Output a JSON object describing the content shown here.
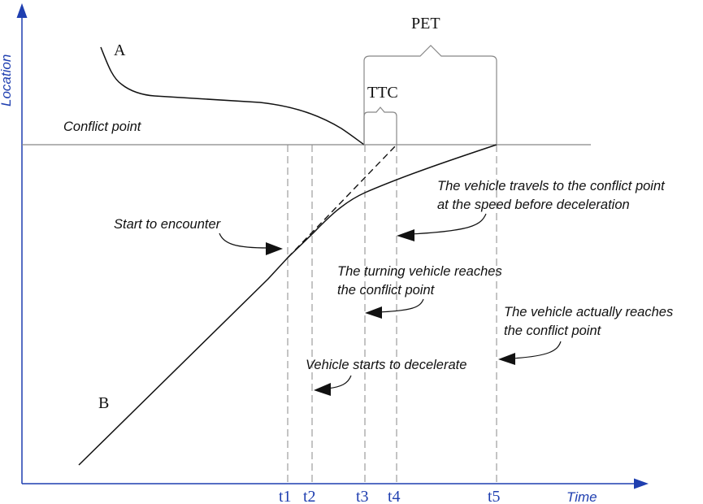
{
  "axes": {
    "x_label": "Time",
    "y_label": "Location",
    "axis_color": "#1f3fb0"
  },
  "curves": {
    "a_label": "A",
    "b_label": "B"
  },
  "conflict_point_label": "Conflict point",
  "ticks": [
    "t1",
    "t2",
    "t3",
    "t4",
    "t5"
  ],
  "brackets": {
    "pet": "PET",
    "ttc": "TTC"
  },
  "annotations": {
    "start_encounter": "Start to encounter",
    "travels_line1": "The vehicle travels to the conflict point",
    "travels_line2": "at the speed before deceleration",
    "turning_line1": "The turning vehicle reaches",
    "turning_line2": "the conflict point",
    "actual_line1": "The vehicle actually reaches",
    "actual_line2": "the conflict point",
    "decelerate": "Vehicle starts to decelerate"
  }
}
